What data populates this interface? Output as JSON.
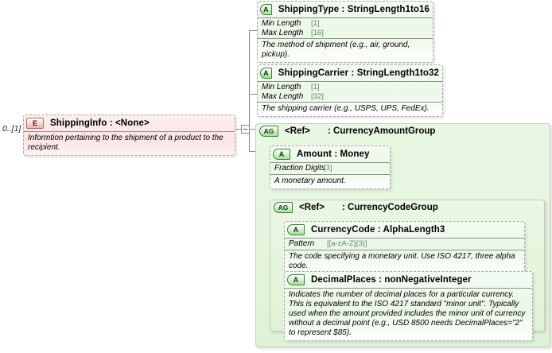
{
  "diagram": {
    "type": "xsd-schema-diagram",
    "root": {
      "kind": "element",
      "badge": "E",
      "name": "ShippingInfo",
      "type": "<None>",
      "title": "ShippingInfo : <None>",
      "cardinality": "0..[1]",
      "documentation": "Informtion pertaining to the shipment of a product to the recipient."
    },
    "children": [
      {
        "kind": "attribute",
        "badge": "A",
        "name": "ShippingType",
        "type": "StringLength1to16",
        "title": "ShippingType : StringLength1to16",
        "facets": [
          {
            "label": "Min Length",
            "value": "[1]"
          },
          {
            "label": "Max Length",
            "value": "[16]"
          }
        ],
        "documentation": "The method of shipment (e.g., air, ground, pickup)."
      },
      {
        "kind": "attribute",
        "badge": "A",
        "name": "ShippingCarrier",
        "type": "StringLength1to32",
        "title": "ShippingCarrier : StringLength1to32",
        "facets": [
          {
            "label": "Min Length",
            "value": "[1]"
          },
          {
            "label": "Max Length",
            "value": "[32]"
          }
        ],
        "documentation": "The shipping carrier (e.g., USPS, UPS, FedEx)."
      }
    ],
    "groups": [
      {
        "kind": "attribute-group-ref",
        "badge": "AG",
        "ref": "<Ref>",
        "separator": ":",
        "name": "CurrencyAmountGroup",
        "members": [
          {
            "kind": "attribute",
            "badge": "A",
            "name": "Amount",
            "type": "Money",
            "title": "Amount  : Money",
            "facets": [
              {
                "label": "Fraction Digits",
                "value": "[3]"
              }
            ],
            "documentation": "A monetary amount."
          }
        ],
        "nested_group": {
          "kind": "attribute-group-ref",
          "badge": "AG",
          "ref": "<Ref>",
          "separator": ":",
          "name": "CurrencyCodeGroup",
          "members": [
            {
              "kind": "attribute",
              "badge": "A",
              "name": "CurrencyCode",
              "type": "AlphaLength3",
              "title": "CurrencyCode : AlphaLength3",
              "facets": [
                {
                  "label": "Pattern",
                  "value": "[[a-zA-Z]{3}]"
                }
              ],
              "documentation": "The code specifying a monetary unit. Use ISO 4217, three alpha code."
            },
            {
              "kind": "attribute",
              "badge": "A",
              "name": "DecimalPlaces",
              "type": "nonNegativeInteger",
              "title": "DecimalPlaces : nonNegativeInteger",
              "facets": [],
              "documentation": "Indicates the number of decimal places for a particular currency. This is equivalent to the ISO 4217 standard \"minor unit\". Typically used when the amount provided includes the minor unit of currency without a decimal point (e.g., USD 8500 needs DecimalPlaces=\"2\" to represent $85)."
            }
          ]
        }
      }
    ],
    "colors": {
      "attribute_fill": "#eaf8e6",
      "element_fill": "#fbe4e4",
      "group_fill": "#e2f4da",
      "connector": "#8a8a8a",
      "facet_value": "#5d8b5d"
    }
  }
}
